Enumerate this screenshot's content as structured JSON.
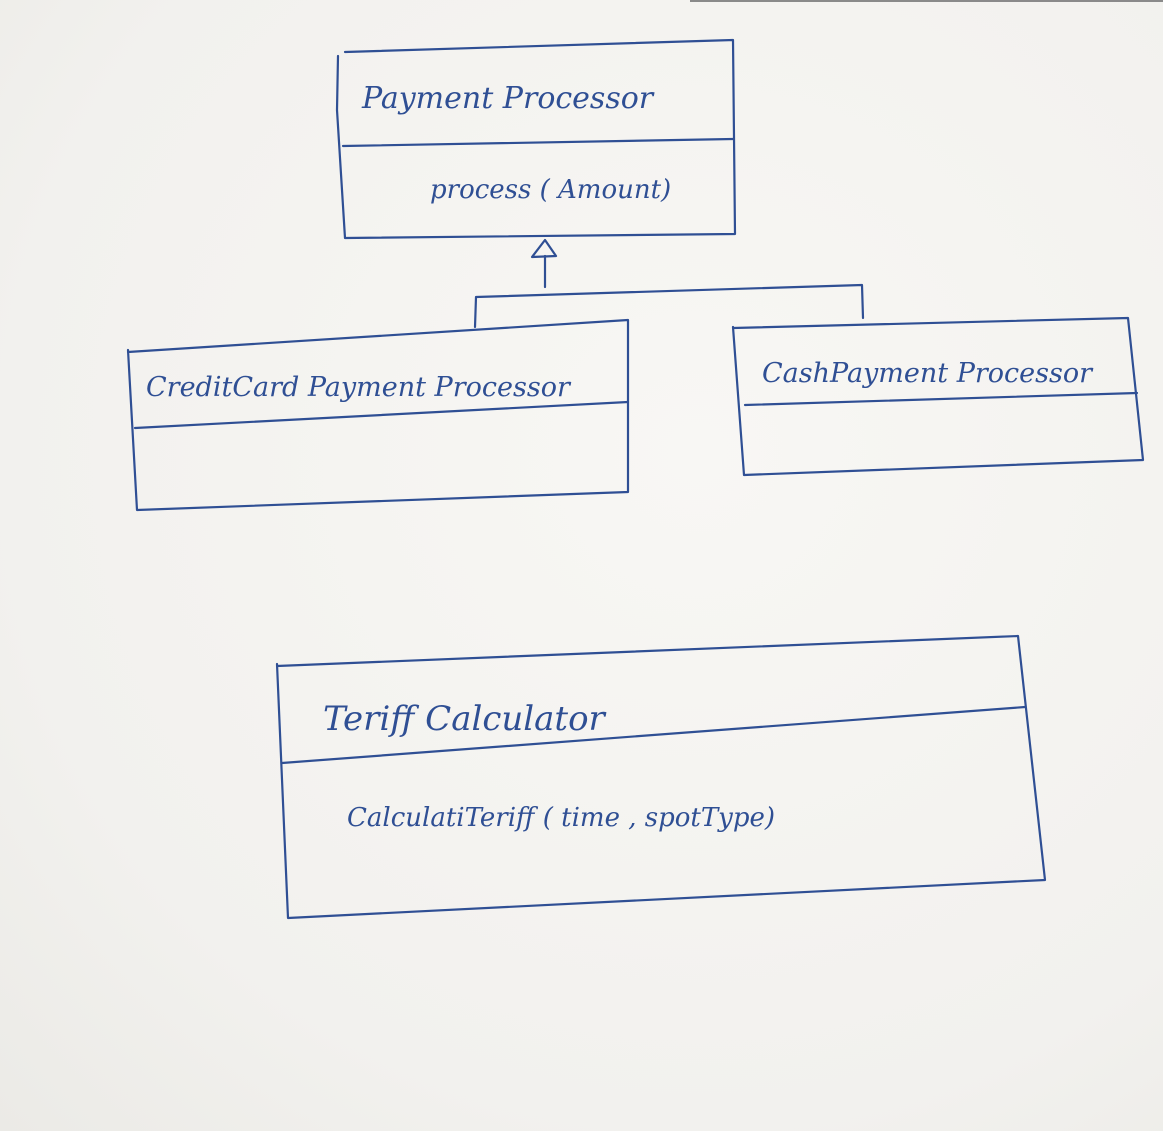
{
  "diagram": {
    "payment_processor": {
      "name": "Payment Processor",
      "method": "process ( Amount)"
    },
    "credit_card_processor": {
      "name": "CreditCard Payment Processor"
    },
    "cash_processor": {
      "name": "CashPayment Processor"
    },
    "tariff_calculator": {
      "name": "Teriff Calculator",
      "method": "CalculatiTeriff ( time , spotType)"
    }
  },
  "colors": {
    "ink": "#2f4f94",
    "paper": "#f4f3f0"
  }
}
